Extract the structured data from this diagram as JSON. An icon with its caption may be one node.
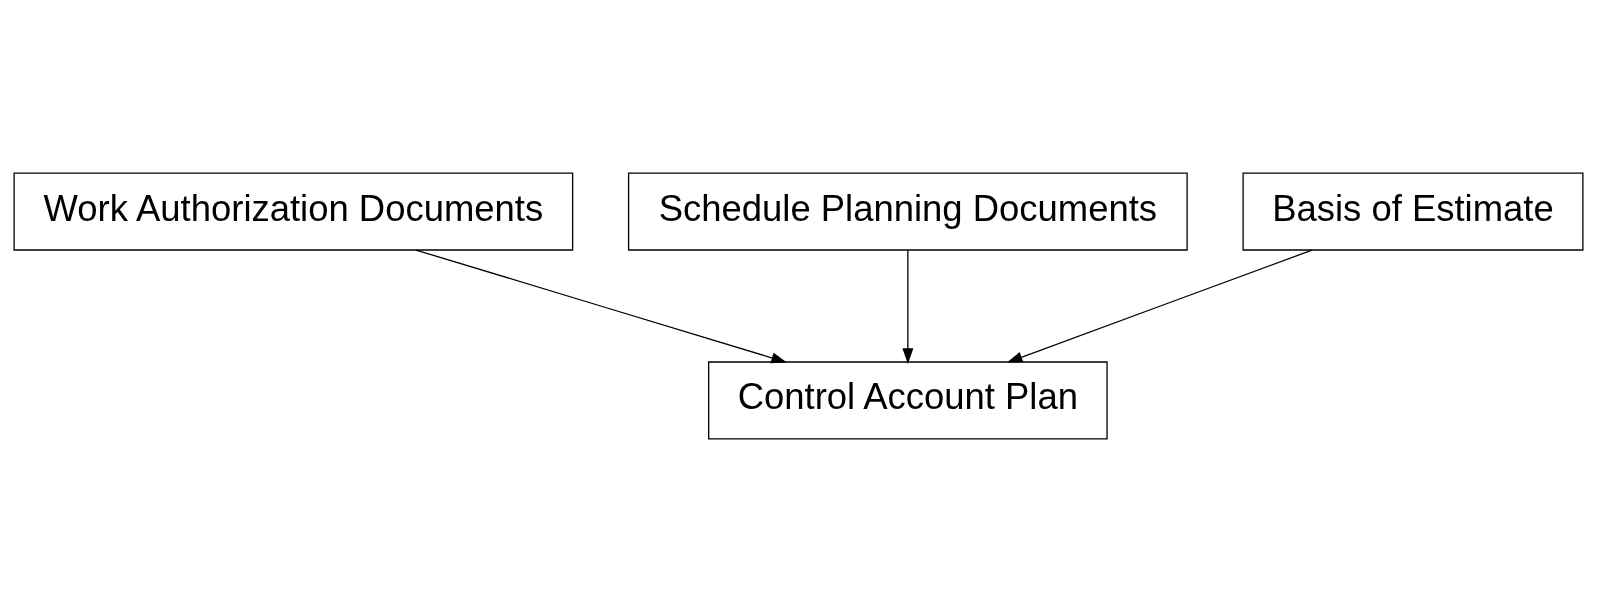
{
  "diagram": {
    "nodes": [
      {
        "text": [
          "Work Authorization Documents"
        ]
      },
      {
        "text": [
          "Schedule Planning Documents"
        ]
      },
      {
        "text": [
          "Basis of Estimate"
        ]
      },
      {
        "text": [
          "Control Account Plan"
        ]
      }
    ],
    "edges": [
      {
        "from": 0,
        "to": 3,
        "arrow": "to"
      },
      {
        "from": 1,
        "to": 3,
        "arrow": "to"
      },
      {
        "from": 2,
        "to": 3,
        "arrow": "to"
      }
    ]
  }
}
